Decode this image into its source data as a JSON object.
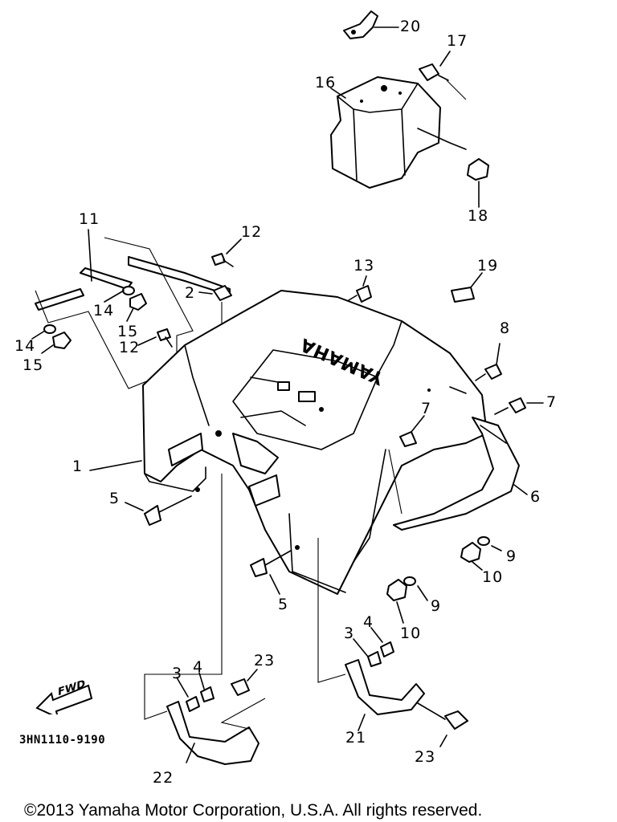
{
  "diagram": {
    "catalog_code": "3HN1110-9190",
    "fwd_label": "FWD",
    "copyright": "©2013 Yamaha Motor Corporation, U.S.A. All rights reserved.",
    "brand_text": "YAMAHA",
    "callouts": [
      {
        "id": "c1",
        "label": "1"
      },
      {
        "id": "c2",
        "label": "2"
      },
      {
        "id": "c3a",
        "label": "3"
      },
      {
        "id": "c3b",
        "label": "3"
      },
      {
        "id": "c4a",
        "label": "4"
      },
      {
        "id": "c4b",
        "label": "4"
      },
      {
        "id": "c5a",
        "label": "5"
      },
      {
        "id": "c5b",
        "label": "5"
      },
      {
        "id": "c6",
        "label": "6"
      },
      {
        "id": "c7a",
        "label": "7"
      },
      {
        "id": "c7b",
        "label": "7"
      },
      {
        "id": "c8",
        "label": "8"
      },
      {
        "id": "c9a",
        "label": "9"
      },
      {
        "id": "c9b",
        "label": "9"
      },
      {
        "id": "c10a",
        "label": "10"
      },
      {
        "id": "c10b",
        "label": "10"
      },
      {
        "id": "c11",
        "label": "11"
      },
      {
        "id": "c12a",
        "label": "12"
      },
      {
        "id": "c12b",
        "label": "12"
      },
      {
        "id": "c13",
        "label": "13"
      },
      {
        "id": "c14a",
        "label": "14"
      },
      {
        "id": "c14b",
        "label": "14"
      },
      {
        "id": "c15a",
        "label": "15"
      },
      {
        "id": "c15b",
        "label": "15"
      },
      {
        "id": "c16",
        "label": "16"
      },
      {
        "id": "c17",
        "label": "17"
      },
      {
        "id": "c18",
        "label": "18"
      },
      {
        "id": "c19",
        "label": "19"
      },
      {
        "id": "c20",
        "label": "20"
      },
      {
        "id": "c21",
        "label": "21"
      },
      {
        "id": "c22",
        "label": "22"
      },
      {
        "id": "c23a",
        "label": "23"
      },
      {
        "id": "c23b",
        "label": "23"
      }
    ]
  }
}
